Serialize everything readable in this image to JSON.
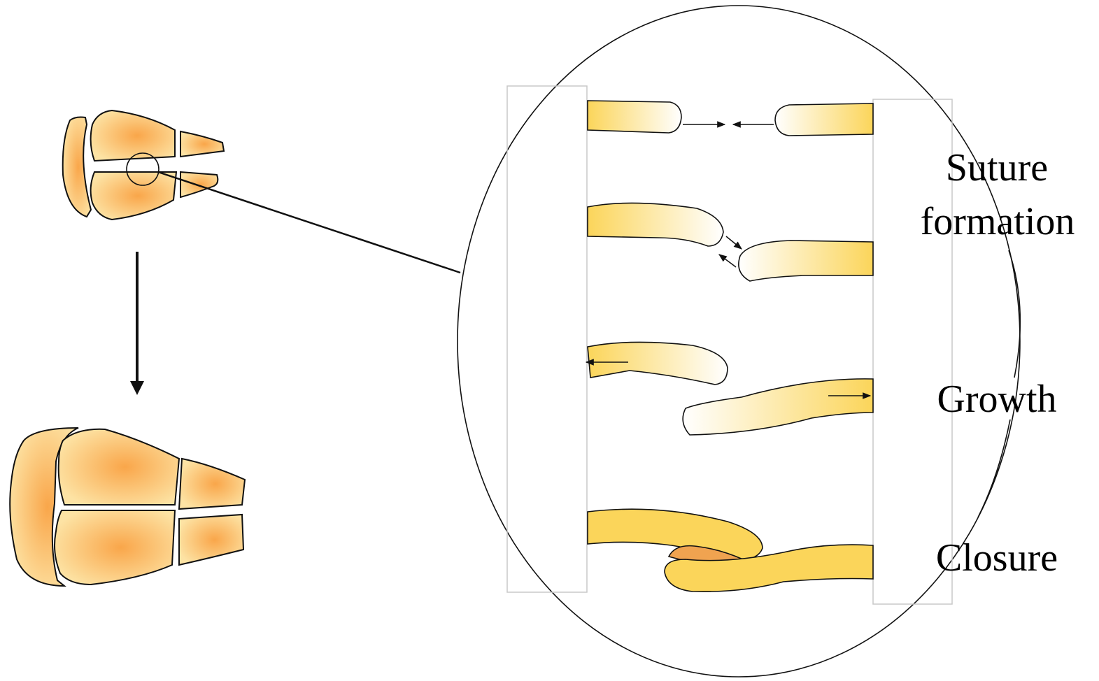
{
  "labels": {
    "suture_line1": "Suture",
    "suture_line2": "formation",
    "growth": "Growth",
    "closure": "Closure"
  },
  "colors": {
    "bone_yellow": "#fbd55a",
    "bone_light": "#fff9e8",
    "plate_center": "#f9a64a",
    "plate_edge": "#fde3a4",
    "closure_core": "#f0a350",
    "outline": "#111111",
    "frame": "#c8c8c8"
  }
}
